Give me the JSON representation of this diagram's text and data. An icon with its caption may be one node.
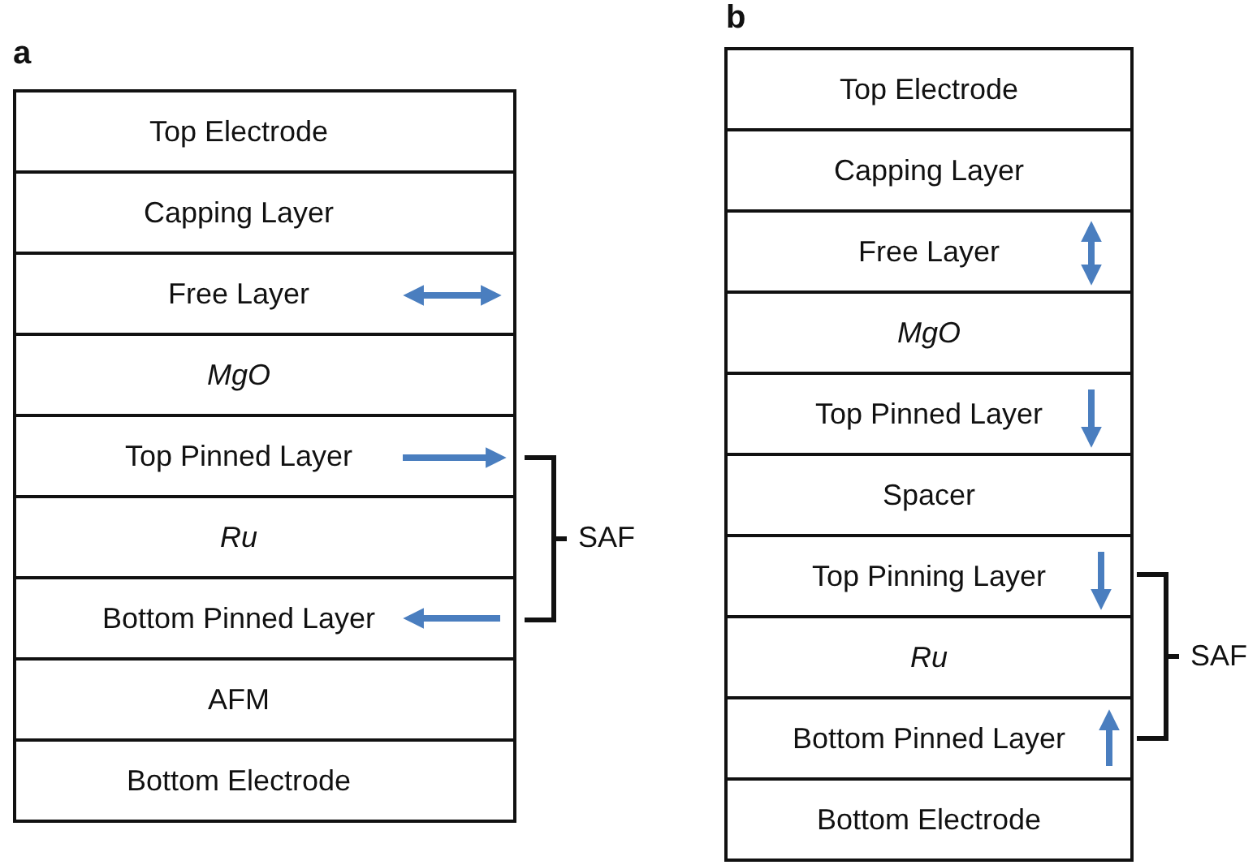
{
  "diagram": {
    "nodes": [
      {
        "text": [
          "Top Electrode"
        ]
      },
      {
        "text": [
          "Capping Layer"
        ]
      },
      {
        "text": [
          "Free Layer"
        ]
      },
      {
        "text": [
          "MgO"
        ]
      },
      {
        "text": [
          "Top Pinned Layer"
        ]
      },
      {
        "text": [
          "Ru"
        ]
      },
      {
        "text": [
          "Bottom Pinned Layer"
        ]
      },
      {
        "text": [
          "AFM"
        ]
      },
      {
        "text": [
          "Bottom Electrode"
        ]
      },
      {
        "text": [
          "Top Electrode"
        ]
      },
      {
        "text": [
          "Capping Layer"
        ]
      },
      {
        "text": [
          "Free Layer"
        ]
      },
      {
        "text": [
          "MgO"
        ]
      },
      {
        "text": [
          "Top Pinned Layer"
        ]
      },
      {
        "text": [
          "Spacer"
        ]
      },
      {
        "text": [
          "Top Pinning Layer"
        ]
      },
      {
        "text": [
          "Ru"
        ]
      },
      {
        "text": [
          "Bottom Pinned Layer"
        ]
      },
      {
        "text": [
          "Bottom Electrode"
        ]
      }
    ],
    "labels": [
      "a",
      "SAF",
      "b",
      "SAF"
    ]
  }
}
